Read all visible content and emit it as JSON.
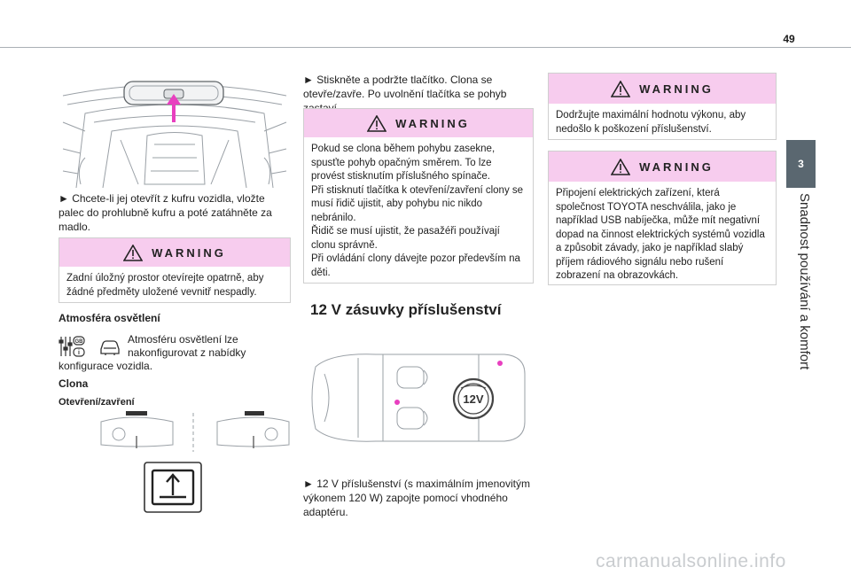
{
  "page": {
    "number": "49"
  },
  "side": {
    "chapter": "3",
    "title": "Snadnost používání a komfort"
  },
  "col1": {
    "intro_text": "► Chcete-li jej otevřít z kufru vozidla, vložte palec do prohlubně kufru a poté zatáhněte za madlo.",
    "warning_title": "WARNING",
    "warning_text": "Zadní úložný prostor otevírejte opatrně, aby žádné předměty uložené vevnitř nespadly.",
    "ambience_heading": "Atmosféra osvětlení",
    "ambience_text_1": "Atmosféru osvětlení lze",
    "ambience_text_2": "nakonfigurovat z nabídky",
    "ambience_text_3": "konfigurace vozidla.",
    "blind_heading": "Clona",
    "openclose_heading": "Otevření/zavření",
    "gb_label": "GB",
    "i_label": "i"
  },
  "col2": {
    "press_text": "► Stiskněte a podržte tlačítko. Clona se otevře/zavře. Po uvolnění tlačítka se pohyb zastaví.",
    "warning_title": "WARNING",
    "warning_lines": [
      "Pokud se clona během pohybu zasekne, spusťte pohyb opačným směrem. To lze provést stisknutím příslušného spínače.",
      "Při stisknutí tlačítka k otevření/zavření clony se musí řidič ujistit, aby pohybu nic nikdo nebránilo.",
      "Řidič se musí ujistit, že pasažéři používají clonu správně.",
      "Při ovládání clony dávejte pozor především na děti."
    ],
    "section_title": "12 V zásuvky příslušenství",
    "socket_label": "12V",
    "socket_text": "► 12 V příslušenství (s maximálním jmenovitým výkonem 120 W) zapojte pomocí vhodného adaptéru."
  },
  "col3": {
    "warning1_title": "WARNING",
    "warning1_text": "Dodržujte maximální hodnotu výkonu, aby nedošlo k poškození příslušenství.",
    "warning2_title": "WARNING",
    "warning2_text": "Připojení elektrických zařízení, která společnost TOYOTA neschválila, jako je například USB nabíječka, může mít negativní dopad na činnost elektrických systémů vozidla a způsobit závady, jako je například slabý příjem rádiového signálu nebo rušení zobrazení na obrazovkách."
  },
  "colors": {
    "warning_header": "#f7ccee",
    "marker": "#e83fbf",
    "tab": "#5a6770"
  },
  "footer": {
    "watermark": "carmanualsonline.info"
  }
}
